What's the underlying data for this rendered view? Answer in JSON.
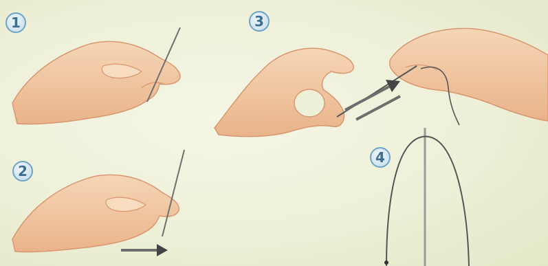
{
  "steps": [
    {
      "number": "1"
    },
    {
      "number": "2"
    },
    {
      "number": "3"
    },
    {
      "number": "4"
    }
  ],
  "colors": {
    "background": "#eef0d8",
    "skin": "#f2c9a2",
    "skin_shadow": "#d9966f",
    "needle": "#6f6f6f",
    "thread": "#555555",
    "arrow": "#6e6e6e",
    "badge_ring": "#6fa3c4",
    "badge_text": "#3d6f92"
  }
}
